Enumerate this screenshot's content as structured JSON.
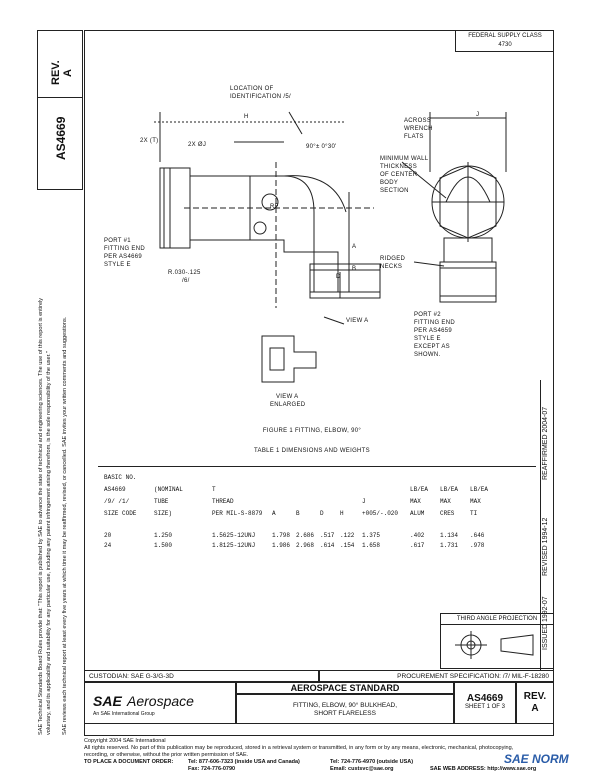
{
  "federal_supply": {
    "label": "FEDERAL SUPPLY CLASS",
    "code": "4730"
  },
  "side": {
    "rev_label": "REV.",
    "rev_value": "A",
    "doc_number": "AS4669",
    "disclaimer_1": "SAE Technical Standards Board Rules provide that: \"This report is published by SAE to advance the state of technical and engineering sciences. The use of this report is entirely",
    "disclaimer_2": "voluntary, and its applicability and suitability for any particular use, including any patent infringement arising therefrom, is the sole responsibility of the user.\"",
    "disclaimer_3": "SAE reviews each technical report at least every five years at which time it may be reaffirmed, revised, or cancelled. SAE invites your written comments and suggestions.",
    "issued": "ISSUED 1992-07",
    "revised": "REVISED 1994-12",
    "reaffirmed": "REAFFIRMED 2004-07"
  },
  "drawing": {
    "location_label_1": "LOCATION OF",
    "location_label_2": "IDENTIFICATION  /5/",
    "dim_h": "H",
    "dim_j": "J",
    "dim_t": "2X (T)",
    "dim_u": "2X ØJ",
    "angle": "90°± 0°30'",
    "port1_a": "PORT #1",
    "port1_b": "FITTING END",
    "port1_c": "PER AS4669",
    "port1_d": "STYLE E",
    "radius_a": "R.030-.125",
    "radius_b": "/6/",
    "dim_a": "A",
    "dim_b": "B",
    "dim_d": "D",
    "view_a": "VIEW A",
    "across_1": "ACROSS",
    "across_2": "WRENCH",
    "across_3": "FLATS",
    "minwall_1": "MINIMUM WALL",
    "minwall_2": "THICKNESS",
    "minwall_3": "OF CENTER",
    "minwall_4": "BODY",
    "minwall_5": "SECTION",
    "ridged_1": "RIDGED",
    "ridged_2": "NECKS",
    "port2_a": "PORT #2",
    "port2_b": "FITTING END",
    "port2_c": "PER AS4659",
    "port2_d": "STYLE E",
    "port2_e": "EXCEPT AS",
    "port2_f": "SHOWN.",
    "view_a_enl_1": "VIEW A",
    "view_a_enl_2": "ENLARGED",
    "rf": "RF",
    "figure_caption": "FIGURE 1  FITTING, ELBOW, 90°",
    "table_caption": "TABLE 1  DIMENSIONS AND WEIGHTS"
  },
  "table": {
    "header_lines": [
      [
        "BASIC NO.",
        "",
        "",
        "",
        "",
        "",
        "",
        "",
        "",
        "",
        ""
      ],
      [
        "AS4669",
        "(NOMINAL",
        "T",
        "",
        "",
        "",
        "",
        "",
        "LB/EA",
        "LB/EA",
        "LB/EA"
      ],
      [
        "/9/ /1/",
        "TUBE",
        "THREAD",
        "",
        "",
        "",
        "",
        "J",
        "MAX",
        "MAX",
        "MAX"
      ],
      [
        "SIZE CODE",
        "SIZE)",
        "PER MIL-S-8879",
        "A",
        "B",
        "D",
        "H",
        "+005/-.020",
        "ALUM",
        "CRES",
        "TI"
      ]
    ],
    "rows": [
      [
        "20",
        "1.250",
        "1.5625-12UNJ",
        "1.798",
        "2.686",
        ".517",
        ".122",
        "1.375",
        ".402",
        "1.134",
        ".646"
      ],
      [
        "24",
        "1.500",
        "1.8125-12UNJ",
        "1.986",
        "2.968",
        ".614",
        ".154",
        "1.658",
        ".617",
        "1.731",
        ".978"
      ]
    ]
  },
  "third_angle": "THIRD ANGLE PROJECTION",
  "title_block": {
    "custodian": "CUSTODIAN:  SAE G-3/G-3D",
    "procurement": "PROCUREMENT SPECIFICATION: /7/ MIL-F-18280",
    "logo_sae": "SAE",
    "logo_aero": "Aerospace",
    "logo_sub": "An SAE International Group",
    "standard": "AEROSPACE STANDARD",
    "title_1": "FITTING, ELBOW, 90° BULKHEAD,",
    "title_2": "SHORT FLARELESS",
    "number": "AS4669",
    "sheet": "SHEET 1 OF 3",
    "rev_label": "REV.",
    "rev_value": "A"
  },
  "footer": {
    "copyright": "Copyright 2004 SAE International",
    "rights": "All rights reserved. No part of this publication may be reproduced, stored in a retrieval system or transmitted, in any form or by any means, electronic, mechanical, photocopying,",
    "rights_2": "recording, or otherwise, without the prior written permission of SAE.",
    "order": "TO PLACE A DOCUMENT ORDER:",
    "tel1": "Tel: 877-606-7323 (inside USA and Canada)",
    "tel2": "Tel: 724-776-4970 (outside USA)",
    "fax": "Fax: 724-776-0790",
    "email": "Email: custsvc@sae.org",
    "web": "SAE WEB ADDRESS: http://www.sae.org"
  },
  "watermark": "SAE NORM",
  "colors": {
    "watermark": "#2a5ca8",
    "line": "#222222"
  }
}
